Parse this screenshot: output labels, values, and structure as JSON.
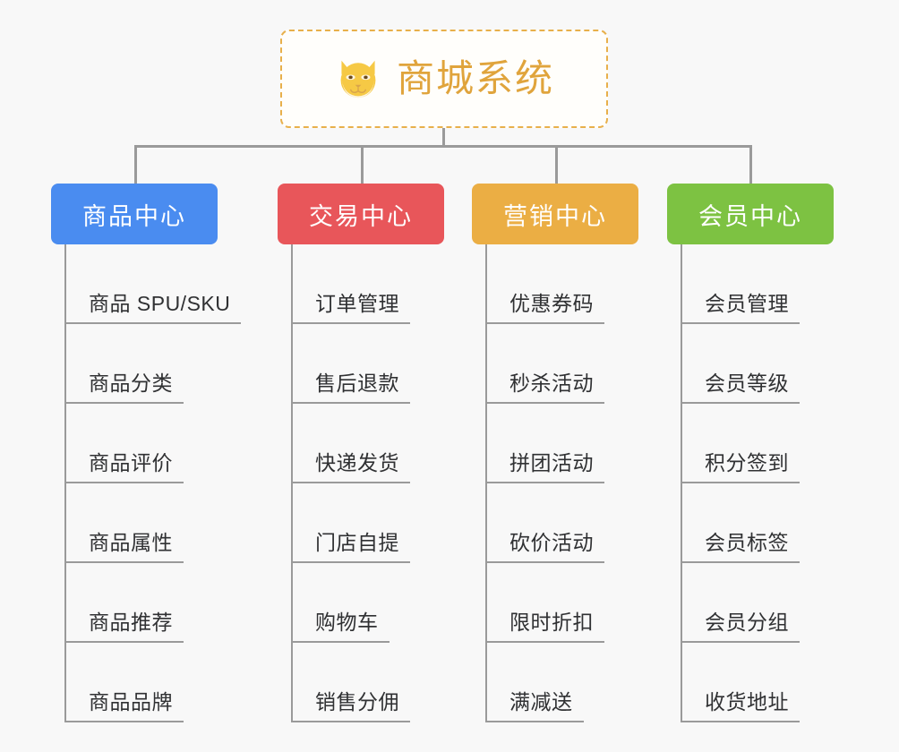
{
  "diagram": {
    "type": "org-chart",
    "background_color": "#f8f8f8",
    "line_color": "#9a9a9a",
    "root": {
      "title": "商城系统",
      "icon": "shiba-dog-face-icon",
      "text_color": "#e0a43c",
      "border_color": "#e8b04b",
      "background_color": "#fffefb"
    },
    "branches": [
      {
        "label": "商品中心",
        "color": "#4a8cf0",
        "items": [
          "商品 SPU/SKU",
          "商品分类",
          "商品评价",
          "商品属性",
          "商品推荐",
          "商品品牌"
        ]
      },
      {
        "label": "交易中心",
        "color": "#e8565a",
        "items": [
          "订单管理",
          "售后退款",
          "快递发货",
          "门店自提",
          "购物车",
          "销售分佣"
        ]
      },
      {
        "label": "营销中心",
        "color": "#ebae44",
        "items": [
          "优惠券码",
          "秒杀活动",
          "拼团活动",
          "砍价活动",
          "限时折扣",
          "满减送"
        ]
      },
      {
        "label": "会员中心",
        "color": "#7dc242",
        "items": [
          "会员管理",
          "会员等级",
          "积分签到",
          "会员标签",
          "会员分组",
          "收货地址"
        ]
      }
    ]
  }
}
